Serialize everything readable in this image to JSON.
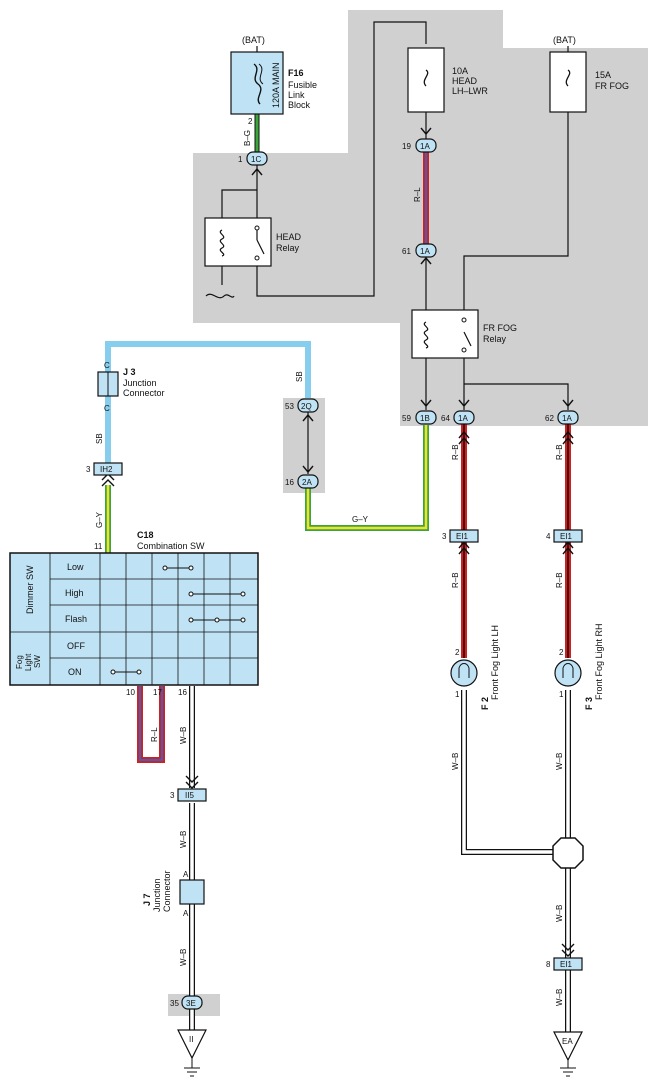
{
  "fuses": {
    "bat_left": "(BAT)",
    "f16_id": "F16",
    "f16_line1": "Fusible",
    "f16_line2": "Link",
    "f16_line3": "Block",
    "f16_rating": "120A MAIN",
    "head_rating": "10A",
    "head_name1": "HEAD",
    "head_name2": "LH–LWR",
    "bat_right": "(BAT)",
    "fog_rating": "15A",
    "fog_name": "FR FOG"
  },
  "relays": {
    "head_1": "HEAD",
    "head_2": "Relay",
    "fog_1": "FR FOG",
    "fog_2": "Relay"
  },
  "connectors": {
    "c1c": "1C",
    "c1c_pin": "1",
    "c1c_pin_top": "2",
    "c1a_19": "1A",
    "pin19": "19",
    "c1a_61": "1A",
    "pin61": "61",
    "c1b_59": "1B",
    "pin59": "59",
    "c1a_64": "1A",
    "pin64": "64",
    "c1a_62": "1A",
    "pin62": "62",
    "c2q": "2Q",
    "pin53": "53",
    "c2a": "2A",
    "pin16": "16",
    "ih2": "IH2",
    "ih2_pin": "3",
    "ei1_a": "EI1",
    "ei1_a_pin": "3",
    "ei1_b": "EI1",
    "ei1_b_pin": "4",
    "ei1_c": "EI1",
    "ei1_c_pin": "8",
    "ii5": "II5",
    "ii5_pin": "3",
    "c3e": "3E",
    "pin35": "35",
    "ground_ii": "II",
    "ground_ea": "EA"
  },
  "wires": {
    "bg": "B–G",
    "rl_top": "R–L",
    "sb_right": "SB",
    "sb_left": "SB",
    "gy_bottom": "G–Y",
    "gy_left": "G–Y",
    "rb_1": "R–B",
    "rb_2": "R–B",
    "rb_3": "R–B",
    "rb_4": "R–B",
    "rl_switch": "R–L",
    "wb_1": "W–B",
    "wb_2": "W–B",
    "wb_3": "W–B",
    "wb_4": "W–B",
    "wb_5": "W–B",
    "wb_6": "W–B",
    "wb_7": "W–B"
  },
  "junctions": {
    "j3_id": "J 3",
    "j3_line1": "Junction",
    "j3_line2": "Connector",
    "j3_c_top": "C",
    "j3_c_bot": "C",
    "j7_id": "J 7",
    "j7_line1": "Junction",
    "j7_line2": "Connector",
    "j7_a_top": "A",
    "j7_a_bot": "A"
  },
  "combination_switch": {
    "id": "C18",
    "name": "Combination SW",
    "pin_top": "11",
    "group_dimmer": "Dimmer SW",
    "group_fog_1": "Fog",
    "group_fog_2": "Light",
    "group_fog_3": "SW",
    "row_low": "Low",
    "row_high": "High",
    "row_flash": "Flash",
    "row_off": "OFF",
    "row_on": "ON",
    "pin10": "10",
    "pin17": "17",
    "pin16": "16"
  },
  "lights": {
    "lh_id": "F 2",
    "lh_name": "Front Fog Light LH",
    "lh_pin_top": "2",
    "lh_pin_bot": "1",
    "rh_id": "F 3",
    "rh_name": "Front Fog Light RH",
    "rh_pin_top": "2",
    "rh_pin_bot": "1"
  },
  "colors": {
    "gray_area": "#d0d0d0",
    "connector_fill": "#bfe3f5",
    "sky_blue_wire": "#87cdee",
    "green_wire": "#3aa53a",
    "yellow_wire": "#f0e030",
    "red_wire": "#d02020",
    "blue_wire": "#4060c0"
  }
}
